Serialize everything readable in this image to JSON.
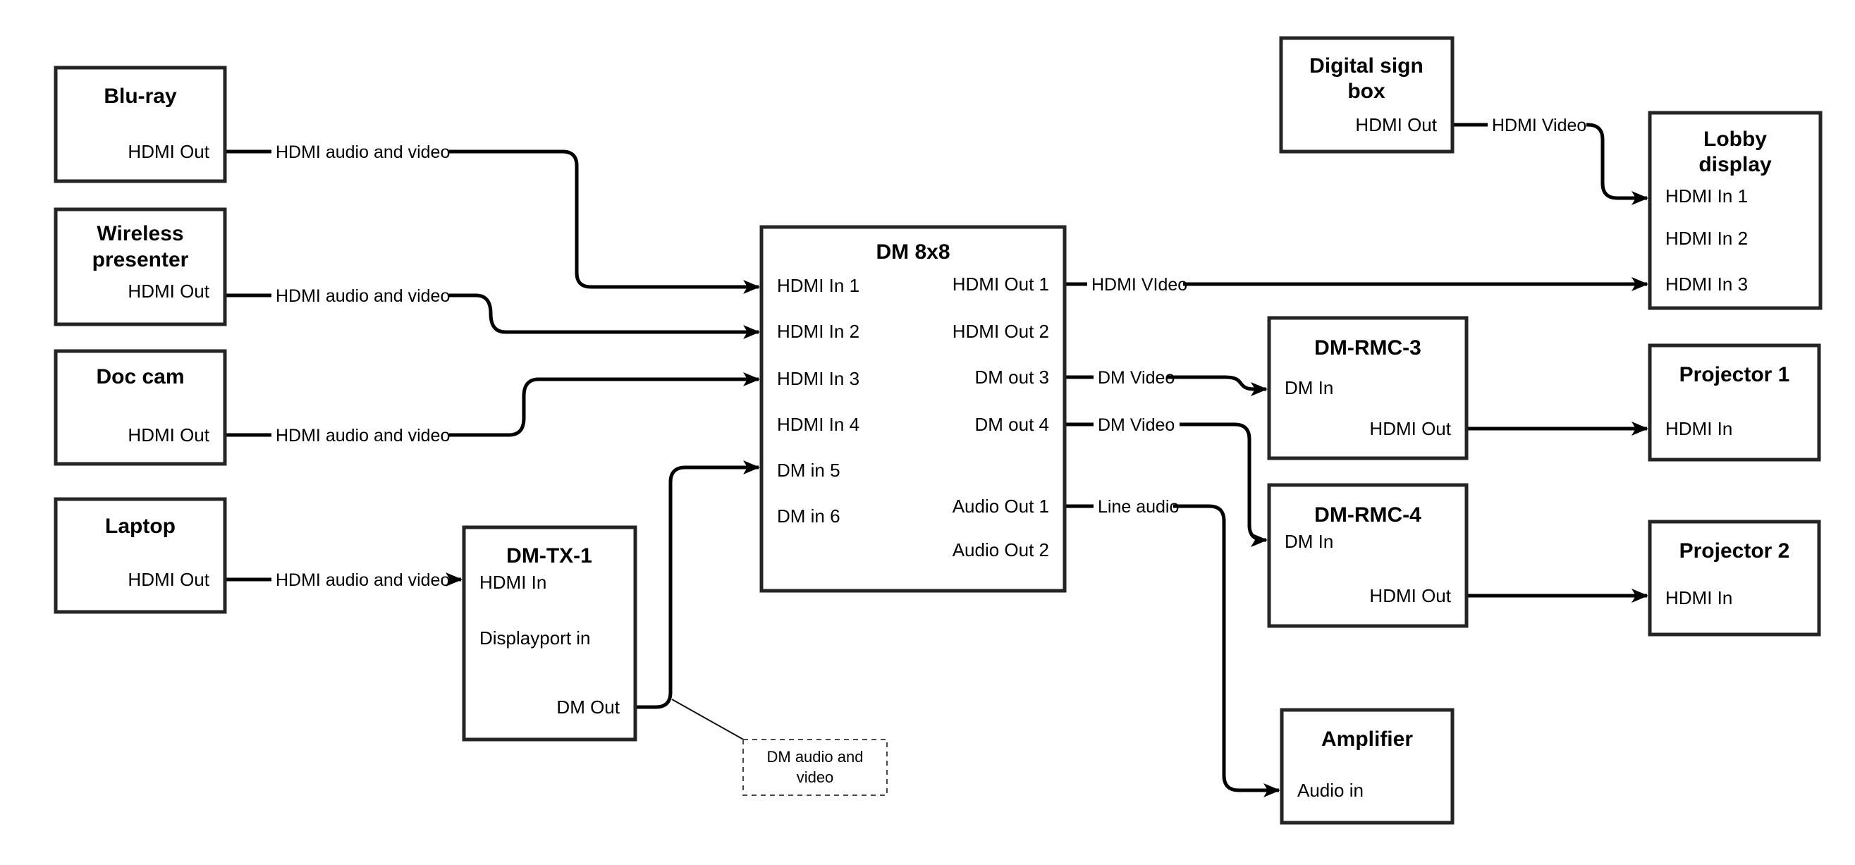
{
  "nodes": {
    "bluray": {
      "title": "Blu-ray",
      "port_hdmi_out": "HDMI Out"
    },
    "wireless": {
      "title_line1": "Wireless",
      "title_line2": "presenter",
      "port_hdmi_out": "HDMI Out"
    },
    "doccam": {
      "title": "Doc cam",
      "port_hdmi_out": "HDMI Out"
    },
    "laptop": {
      "title": "Laptop",
      "port_hdmi_out": "HDMI Out"
    },
    "dmtx1": {
      "title": "DM-TX-1",
      "port_hdmi_in": "HDMI In",
      "port_displayport_in": "Displayport in",
      "port_dm_out": "DM Out"
    },
    "dm8x8": {
      "title": "DM 8x8",
      "in_ports": [
        "HDMI In 1",
        "HDMI In 2",
        "HDMI In 3",
        "HDMI In 4",
        "DM in 5",
        "DM in 6"
      ],
      "out_ports": [
        "HDMI Out 1",
        "HDMI Out 2",
        "DM out 3",
        "DM out 4",
        "Audio Out 1",
        "Audio Out 2"
      ]
    },
    "digital_sign": {
      "title_line1": "Digital sign",
      "title_line2": "box",
      "port_hdmi_out": "HDMI Out"
    },
    "lobby": {
      "title_line1": "Lobby",
      "title_line2": "display",
      "ports": [
        "HDMI In 1",
        "HDMI In 2",
        "HDMI In 3"
      ]
    },
    "dmrmc3": {
      "title": "DM-RMC-3",
      "port_dm_in": "DM In",
      "port_hdmi_out": "HDMI Out"
    },
    "proj1": {
      "title": "Projector 1",
      "port_hdmi_in": "HDMI In"
    },
    "dmrmc4": {
      "title": "DM-RMC-4",
      "port_dm_in": "DM In",
      "port_hdmi_out": "HDMI Out"
    },
    "proj2": {
      "title": "Projector 2",
      "port_hdmi_in": "HDMI In"
    },
    "amplifier": {
      "title": "Amplifier",
      "port_audio_in": "Audio in"
    }
  },
  "wire_labels": {
    "bluray_to_dm8x8": "HDMI audio and video",
    "wireless_to_dm8x8": "HDMI audio and video",
    "doccam_to_dm8x8": "HDMI audio and video",
    "laptop_to_dmtx1": "HDMI audio and video",
    "hdmi_out1_to_lobby": "HDMI VIdeo",
    "dm_out3_to_rmc3": "DM Video",
    "dm_out4_to_rmc4": "DM Video",
    "audio_out1_to_amp": "Line audio",
    "digital_sign_to_lobby": "HDMI Video"
  },
  "note": {
    "line1": "DM audio and",
    "line2": "video"
  },
  "colors": {
    "background": "#ffffff",
    "box_border": "#242424",
    "wire": "#000000",
    "text": "#000000"
  }
}
